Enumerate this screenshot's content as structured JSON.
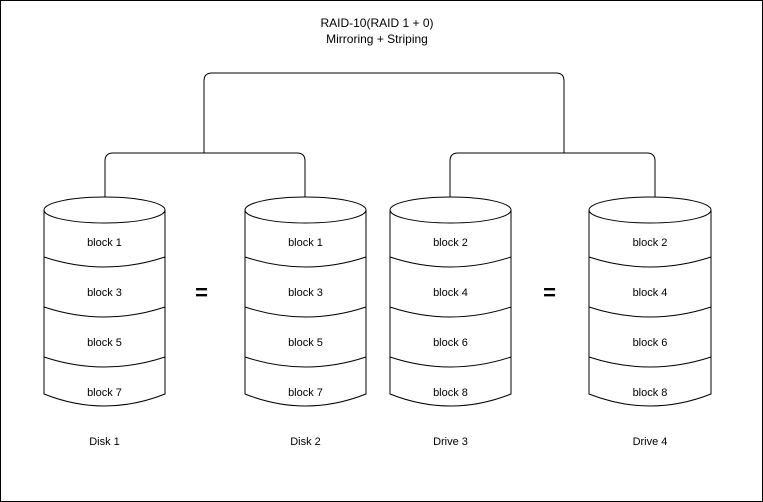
{
  "diagram": {
    "title_line1": "RAID-10(RAID 1 + 0)",
    "title_line2": "Mirroring + Striping",
    "stroke_color": "#000000",
    "background_color": "#ffffff",
    "equals_left": "=",
    "equals_right": "=",
    "disks": [
      {
        "label": "Disk 1",
        "blocks": [
          "block 1",
          "block 3",
          "block 5",
          "block 7"
        ]
      },
      {
        "label": "Disk 2",
        "blocks": [
          "block 1",
          "block 3",
          "block 5",
          "block 7"
        ]
      },
      {
        "label": "Drive 3",
        "blocks": [
          "block 2",
          "block 4",
          "block 6",
          "block 8"
        ]
      },
      {
        "label": "Drive 4",
        "blocks": [
          "block 2",
          "block 4",
          "block 6",
          "block 8"
        ]
      }
    ]
  }
}
